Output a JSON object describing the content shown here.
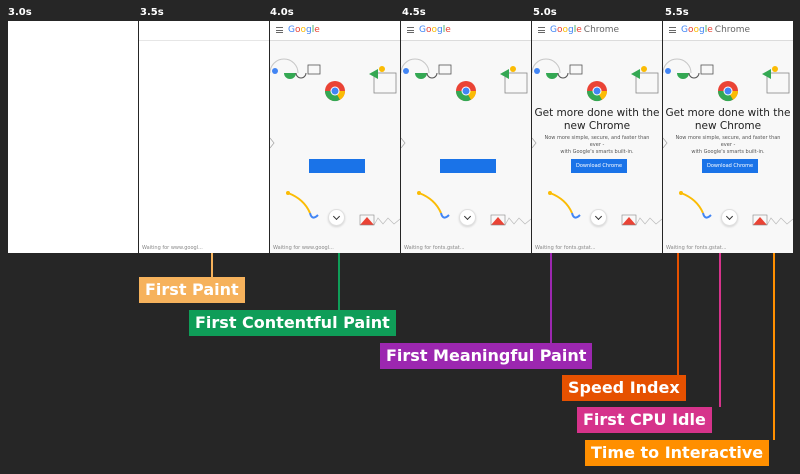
{
  "timeline": [
    "3.0s",
    "3.5s",
    "4.0s",
    "4.5s",
    "5.0s",
    "5.5s"
  ],
  "logo_text": "Google",
  "logo_suffix": "Chrome",
  "status_text_1": "Waiting for www.googl...",
  "status_text_2": "Waiting for fonts.gstat...",
  "headline_line1": "Get more done with the",
  "headline_line2": "new Chrome",
  "subtext_line1": "Now more simple, secure, and faster than ever -",
  "subtext_line2": "with Google's smarts built-in.",
  "cta_label": "Download Chrome",
  "metrics": [
    {
      "name": "First Paint",
      "color": "#f6b25c"
    },
    {
      "name": "First Contentful Paint",
      "color": "#0f9d58"
    },
    {
      "name": "First Meaningful Paint",
      "color": "#9c27b0"
    },
    {
      "name": "Speed Index",
      "color": "#e65100"
    },
    {
      "name": "First CPU Idle",
      "color": "#d6338b"
    },
    {
      "name": "Time to Interactive",
      "color": "#ff8f00"
    }
  ]
}
